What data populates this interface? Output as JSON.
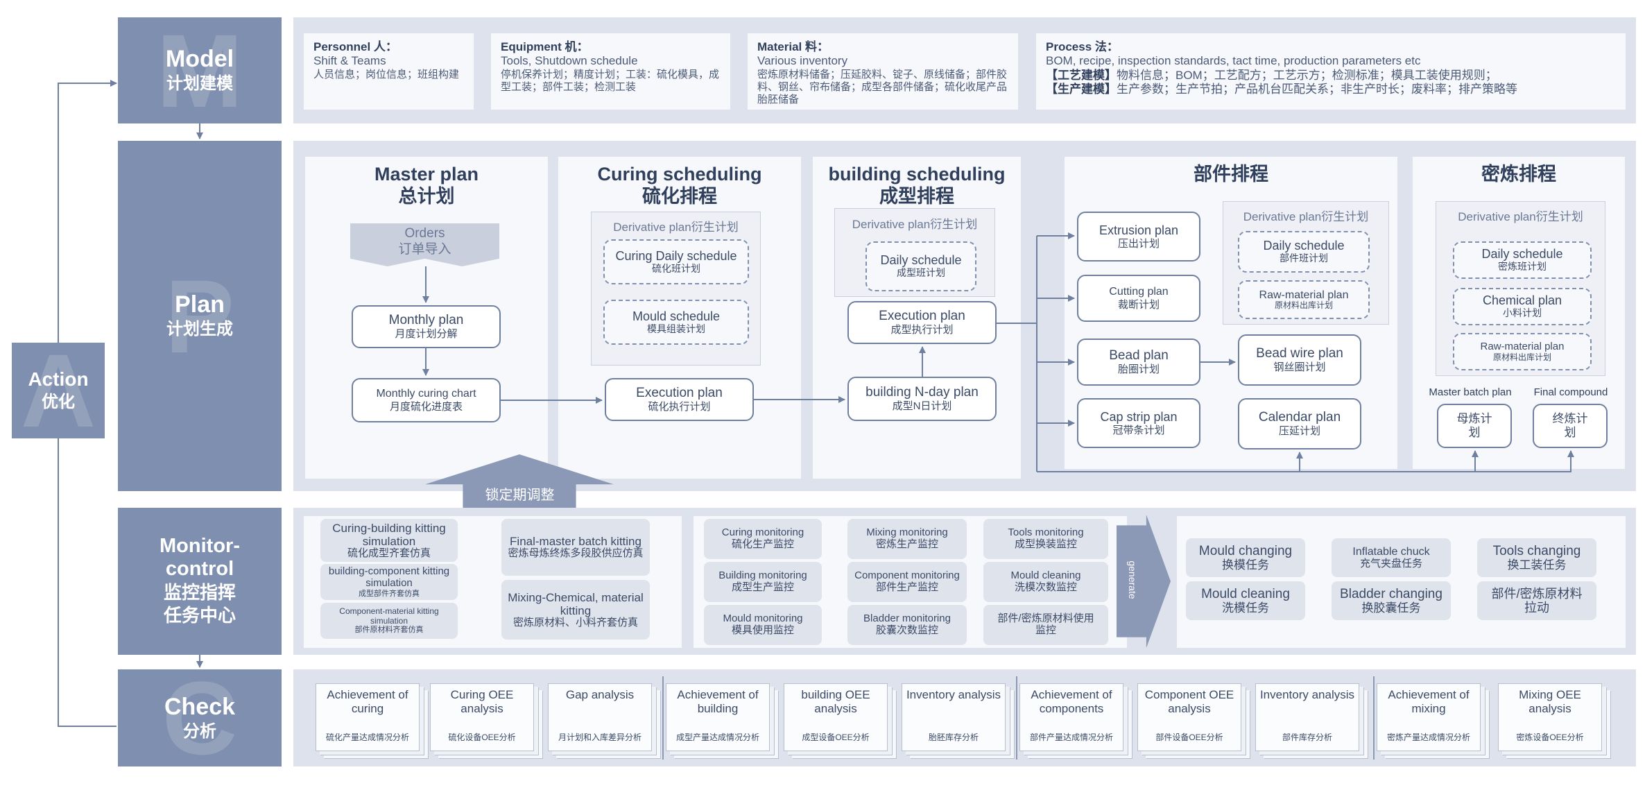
{
  "bands": {
    "model": {
      "letter": "M",
      "en": "Model",
      "zh": "计划建模"
    },
    "plan": {
      "letter": "P",
      "en": "Plan",
      "zh": "计划生成"
    },
    "action": {
      "letter": "A",
      "en": "Action",
      "zh": "优化"
    },
    "monitor": {
      "en1": "Monitor-",
      "en2": "control",
      "zh1": "监控指挥",
      "zh2": "任务中心"
    },
    "check": {
      "letter": "C",
      "en": "Check",
      "zh": "分析"
    }
  },
  "model": {
    "personnel": {
      "title": "Personnel 人：",
      "line1": "Shift & Teams",
      "line2": "人员信息；岗位信息；班组构建"
    },
    "equipment": {
      "title": "Equipment 机：",
      "line1": "Tools, Shutdown schedule",
      "line2": "停机保养计划；精度计划；工装：硫化模具，成型工装；部件工装；检测工装"
    },
    "material": {
      "title": "Material 料：",
      "line1": "Various inventory",
      "line2": "密炼原材料储备；压延胶料、锭子、原线储备；部件胶料、钢丝、帘布储备；成型各部件储备；硫化收尾产品胎胚储备"
    },
    "process": {
      "title": "Process 法：",
      "line1": "BOM, recipe, inspection standards, tact time, production parameters etc",
      "tag1": "【工艺建模】",
      "line2": "物料信息；BOM；工艺配方；工艺示方；检测标准；模具工装使用规则；",
      "tag2": "【生产建模】",
      "line3": "生产参数；生产节拍；产品机台匹配关系；非生产时长；废料率；排产策略等"
    }
  },
  "plan": {
    "master": {
      "title_en": "Master plan",
      "title_zh": "总计划",
      "orders_en": "Orders",
      "orders_zh": "订单导入",
      "monthly_en": "Monthly plan",
      "monthly_zh": "月度计划分解",
      "curing_chart_en": "Monthly curing chart",
      "curing_chart_zh": "月度硫化进度表"
    },
    "curing": {
      "title_en": "Curing scheduling",
      "title_zh": "硫化排程",
      "derivative": "Derivative plan衍生计划",
      "daily_en": "Curing Daily schedule",
      "daily_zh": "硫化班计划",
      "mould_en": "Mould schedule",
      "mould_zh": "模具组装计划",
      "exec_en": "Execution plan",
      "exec_zh": "硫化执行计划"
    },
    "building": {
      "title_en": "building scheduling",
      "title_zh": "成型排程",
      "derivative": "Derivative plan衍生计划",
      "daily_en": "Daily schedule",
      "daily_zh": "成型班计划",
      "exec_en": "Execution plan",
      "exec_zh": "成型执行计划",
      "nday_en": "building N-day plan",
      "nday_zh": "成型N日计划"
    },
    "component": {
      "title_zh": "部件排程",
      "derivative": "Derivative plan衍生计划",
      "extrusion_en": "Extrusion plan",
      "extrusion_zh": "压出计划",
      "cutting_en": "Cutting plan",
      "cutting_zh": "裁断计划",
      "bead_en": "Bead plan",
      "bead_zh": "胎圈计划",
      "cap_en": "Cap strip plan",
      "cap_zh": "冠带条计划",
      "daily_en": "Daily schedule",
      "daily_zh": "部件班计划",
      "raw_en": "Raw-material plan",
      "raw_zh": "原材料出库计划",
      "beadwire_en": "Bead wire plan",
      "beadwire_zh": "钢丝圈计划",
      "calendar_en": "Calendar plan",
      "calendar_zh": "压延计划"
    },
    "mixing": {
      "title_zh": "密炼排程",
      "derivative": "Derivative plan衍生计划",
      "daily_en": "Daily schedule",
      "daily_zh": "密炼班计划",
      "chem_en": "Chemical plan",
      "chem_zh": "小料计划",
      "raw_en": "Raw-material plan",
      "raw_zh": "原材料出库计划",
      "master_label": "Master batch plan",
      "final_label": "Final compound",
      "master_zh": "母炼计划",
      "final_zh": "终炼计划"
    },
    "lock": "锁定期调整"
  },
  "monitor": {
    "sim": {
      "a_en": "Curing-building kitting simulation",
      "a_zh": "硫化成型齐套仿真",
      "b_en": "building-component kitting simulation",
      "b_zh": "成型部件齐套仿真",
      "c_en": "Component-material kitting simulation",
      "c_zh": "部件原材料齐套仿真",
      "d_en": "Final-master batch kitting",
      "d_zh": "密炼母炼终炼多段胶供应仿真",
      "e_en": "Mixing-Chemical, material kitting",
      "e_zh": "密炼原材料、小料齐套仿真"
    },
    "mon": {
      "curing_en": "Curing monitoring",
      "curing_zh": "硫化生产监控",
      "building_en": "Building monitoring",
      "building_zh": "成型生产监控",
      "mould_en": "Mould monitoring",
      "mould_zh": "模具使用监控",
      "mixing_en": "Mixing monitoring",
      "mixing_zh": "密炼生产监控",
      "component_en": "Component monitoring",
      "component_zh": "部件生产监控",
      "bladder_en": "Bladder monitoring",
      "bladder_zh": "胶囊次数监控",
      "tools_en": "Tools monitoring",
      "tools_zh": "成型换装监控",
      "mcleaning_en": "Mould cleaning",
      "mcleaning_zh": "洗模次数监控",
      "material_zh": "部件/密炼原材料使用监控"
    },
    "generate": "generate",
    "tasks": {
      "mould_en": "Mould changing",
      "mould_zh": "换模任务",
      "clean_en": "Mould cleaning",
      "clean_zh": "洗模任务",
      "chuck_en": "Inflatable chuck",
      "chuck_zh": "充气夹盘任务",
      "bladder_en": "Bladder changing",
      "bladder_zh": "换胶囊任务",
      "tools_en": "Tools changing",
      "tools_zh": "换工装任务",
      "pull_zh": "部件/密炼原材料拉动"
    }
  },
  "check": [
    {
      "t": "Achievement of curing",
      "z": "硫化产量达成情况分析"
    },
    {
      "t": "Curing OEE analysis",
      "z": "硫化设备OEE分析"
    },
    {
      "t": "Gap analysis",
      "z": "月计划和入库差异分析"
    },
    {
      "t": "Achievement of building",
      "z": "成型产量达成情况分析"
    },
    {
      "t": "building OEE analysis",
      "z": "成型设备OEE分析"
    },
    {
      "t": "Inventory analysis",
      "z": "胎胚库存分析"
    },
    {
      "t": "Achievement of components",
      "z": "部件产量达成情况分析"
    },
    {
      "t": "Component OEE analysis",
      "z": "部件设备OEE分析"
    },
    {
      "t": "Inventory analysis",
      "z": "部件库存分析"
    },
    {
      "t": "Achievement of mixing",
      "z": "密炼产量达成情况分析"
    },
    {
      "t": "Mixing OEE analysis",
      "z": "密炼设备OEE分析"
    }
  ]
}
